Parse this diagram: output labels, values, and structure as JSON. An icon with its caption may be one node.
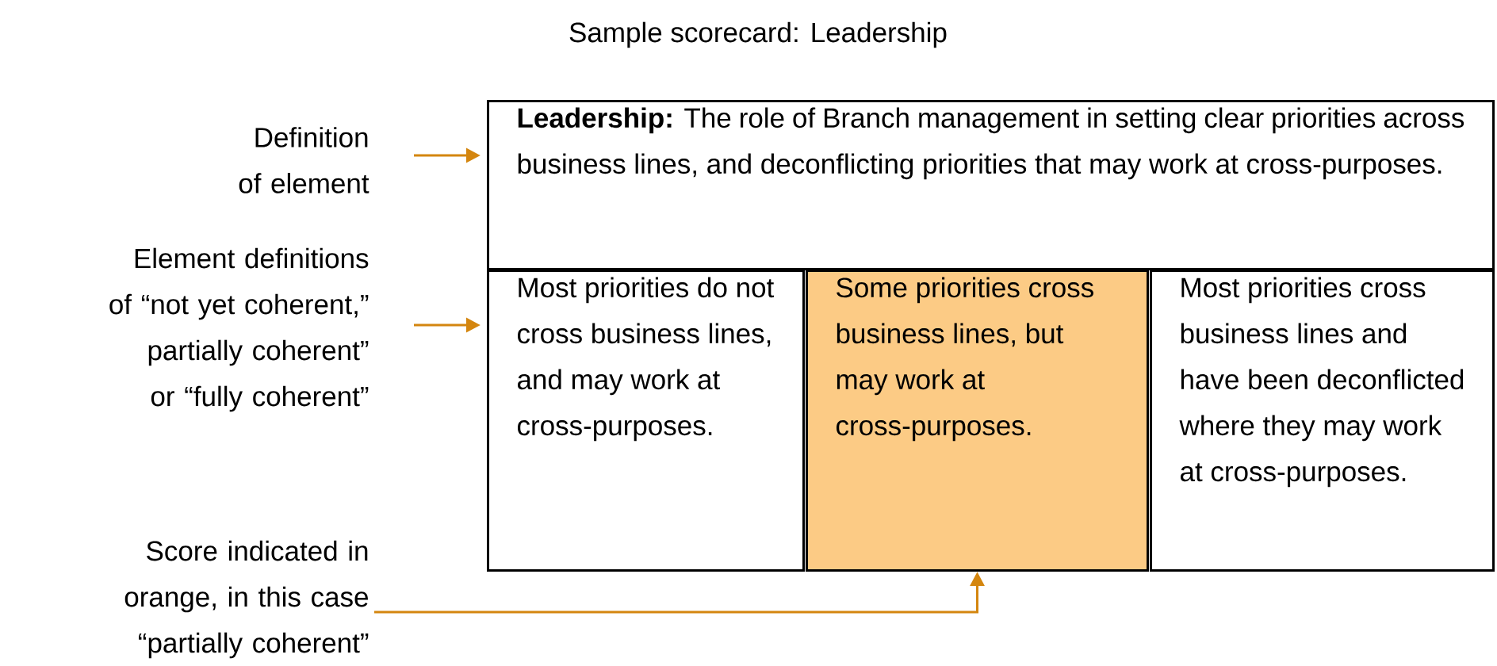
{
  "diagram": {
    "title": "Sample scorecard: Leadership",
    "nodes": [
      {
        "text": [
          "Definition of element"
        ]
      },
      {
        "text": [
          "Element definitions of “not yet coherent,” partially coherent” or “fully coherent”"
        ]
      },
      {
        "text": [
          "Score indicated in orange, in this case “partially coherent”"
        ]
      },
      {
        "text": [
          "**Leadership:** The role of Branch management in setting clear priorities across business lines, and deconflicting priorities that may work at cross-purposes."
        ]
      },
      {
        "text": [
          "Most priorities do not cross business lines, and may work at cross-purposes."
        ]
      },
      {
        "text": [
          "Some priorities cross business lines, but may work at cross-purposes."
        ]
      },
      {
        "text": [
          "Most priorities cross business lines and have been deconflicted where they may work at cross-purposes."
        ]
      }
    ],
    "edges": [
      {
        "from": 0,
        "to": 3,
        "arrow": "to"
      },
      {
        "from": 1,
        "to": 4,
        "arrow": "to"
      },
      {
        "from": 2,
        "to": 5,
        "arrow": "to"
      }
    ]
  }
}
